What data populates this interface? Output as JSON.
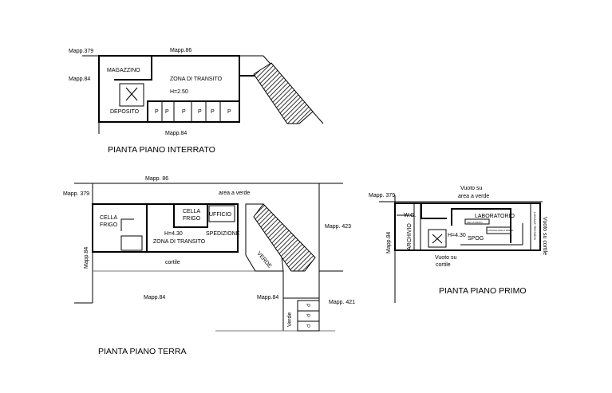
{
  "interrato": {
    "title": "PIANTA PIANO INTERRATO",
    "mapp_379": "Mapp.379",
    "mapp_86": "Mapp.86",
    "mapp_84_left": "Mapp.84",
    "mapp_84_bottom": "Mapp.84",
    "rooms": {
      "magazzino": "MAGAZZINO",
      "zona": "ZONA DI TRANSITO",
      "height": "H=2.50",
      "deposito": "DEPOSITO"
    },
    "parking": [
      "P",
      "P",
      "P",
      "P",
      "P",
      "P"
    ]
  },
  "terra": {
    "title": "PIANTA PIANO TERRA",
    "mapp_86": "Mapp. 86",
    "mapp_379": "Mapp. 379",
    "area_verde": "area a verde",
    "mapp_84_left": "Mapp.84",
    "mapp_84_a": "Mapp.84",
    "mapp_84_b": "Mapp.84",
    "mapp_423": "Mapp. 423",
    "mapp_421": "Mapp. 421",
    "rooms": {
      "cella1_a": "CELLA",
      "cella1_b": "FRIGO",
      "cella2_a": "CELLA",
      "cella2_b": "FRIGO",
      "ufficio": "UFFICIO",
      "height": "H=4.30",
      "spedizione": "SPEDIZIONE",
      "zona": "ZONA DI TRANSITO"
    },
    "cortile": "cortile",
    "verde_ramp": "VERDE",
    "verde": "Verde",
    "parking": [
      "P",
      "P",
      "P"
    ]
  },
  "primo": {
    "title": "PIANTA PIANO PRIMO",
    "mapp_379": "Mapp. 379",
    "mapp_84": "Mapp.84",
    "vuoto_top_a": "Vuoto su",
    "vuoto_top_b": "area a verde",
    "vuoto_bottom_a": "Vuoto su",
    "vuoto_bottom_b": "cortile",
    "vuoto_right": "Vuoto su cortile",
    "rooms": {
      "wc": "W.C.",
      "archivio": "ARCHIVIO",
      "laboratorio": "LABORATORIO",
      "height": "H=4.30",
      "spog": "SPOG",
      "cella_frigo": "CELLA FRIGO",
      "locale_cella": "LOCALE CELLA FRIGO",
      "locale_tecnico": "LOCALE TECNICO"
    }
  }
}
